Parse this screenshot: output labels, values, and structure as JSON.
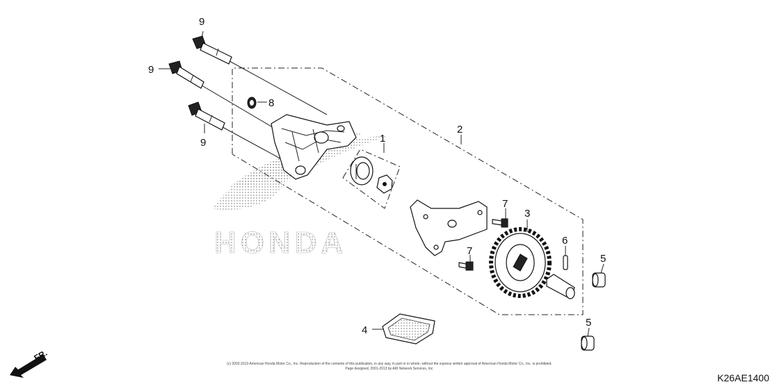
{
  "diagram": {
    "code": "K26AE1400",
    "copyright_line1": "(c) 2002-2013 American Honda Motor Co., Inc. Reproduction of the contents of this publication, in any way, in part or in whole, without the express written approval of American Honda Motor Co., Inc. is prohibited.",
    "copyright_line2": "Page designed, 2001-2013 by ARI Network Services, Inc.",
    "watermark": "HONDA",
    "direction_label": "FR.",
    "callouts": [
      "9",
      "9",
      "9",
      "8",
      "1",
      "2",
      "7",
      "7",
      "3",
      "6",
      "5",
      "5",
      "4"
    ]
  }
}
